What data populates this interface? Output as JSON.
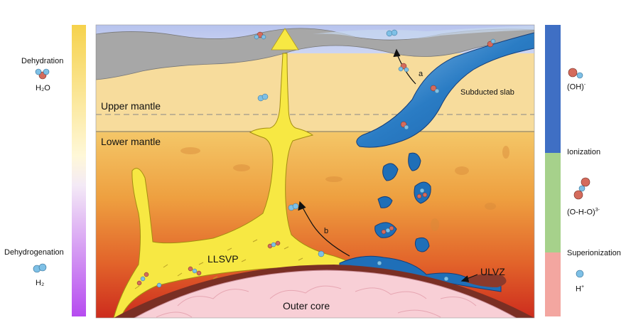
{
  "left_legend": {
    "dehydration": "Dehydration",
    "h2o_label": "H₂O",
    "dehydrogenation": "Dehydrogenation",
    "h2_label": "H₂"
  },
  "right_legend": {
    "oh_label": "(OH)",
    "oh_charge": "-",
    "ionization": "Ionization",
    "oho_label": "(O-H-O)",
    "oho_charge": "3-",
    "superionization": "Superionization",
    "h_label": "H",
    "h_charge": "+"
  },
  "scene_labels": {
    "upper_mantle": "Upper mantle",
    "lower_mantle": "Lower mantle",
    "subducted_slab": "Subducted slab",
    "llsvp": "LLSVP",
    "ulvz": "ULVZ",
    "outer_core": "Outer core",
    "arrow_a": "a",
    "arrow_b": "b"
  },
  "colors": {
    "ionization_bar": "#3f6fc4",
    "ionization_green": "#a6d18b",
    "superionization_pink": "#f3a6a0",
    "plume_yellow": "#f7e843",
    "slab_blue": "#1f6fb8"
  }
}
